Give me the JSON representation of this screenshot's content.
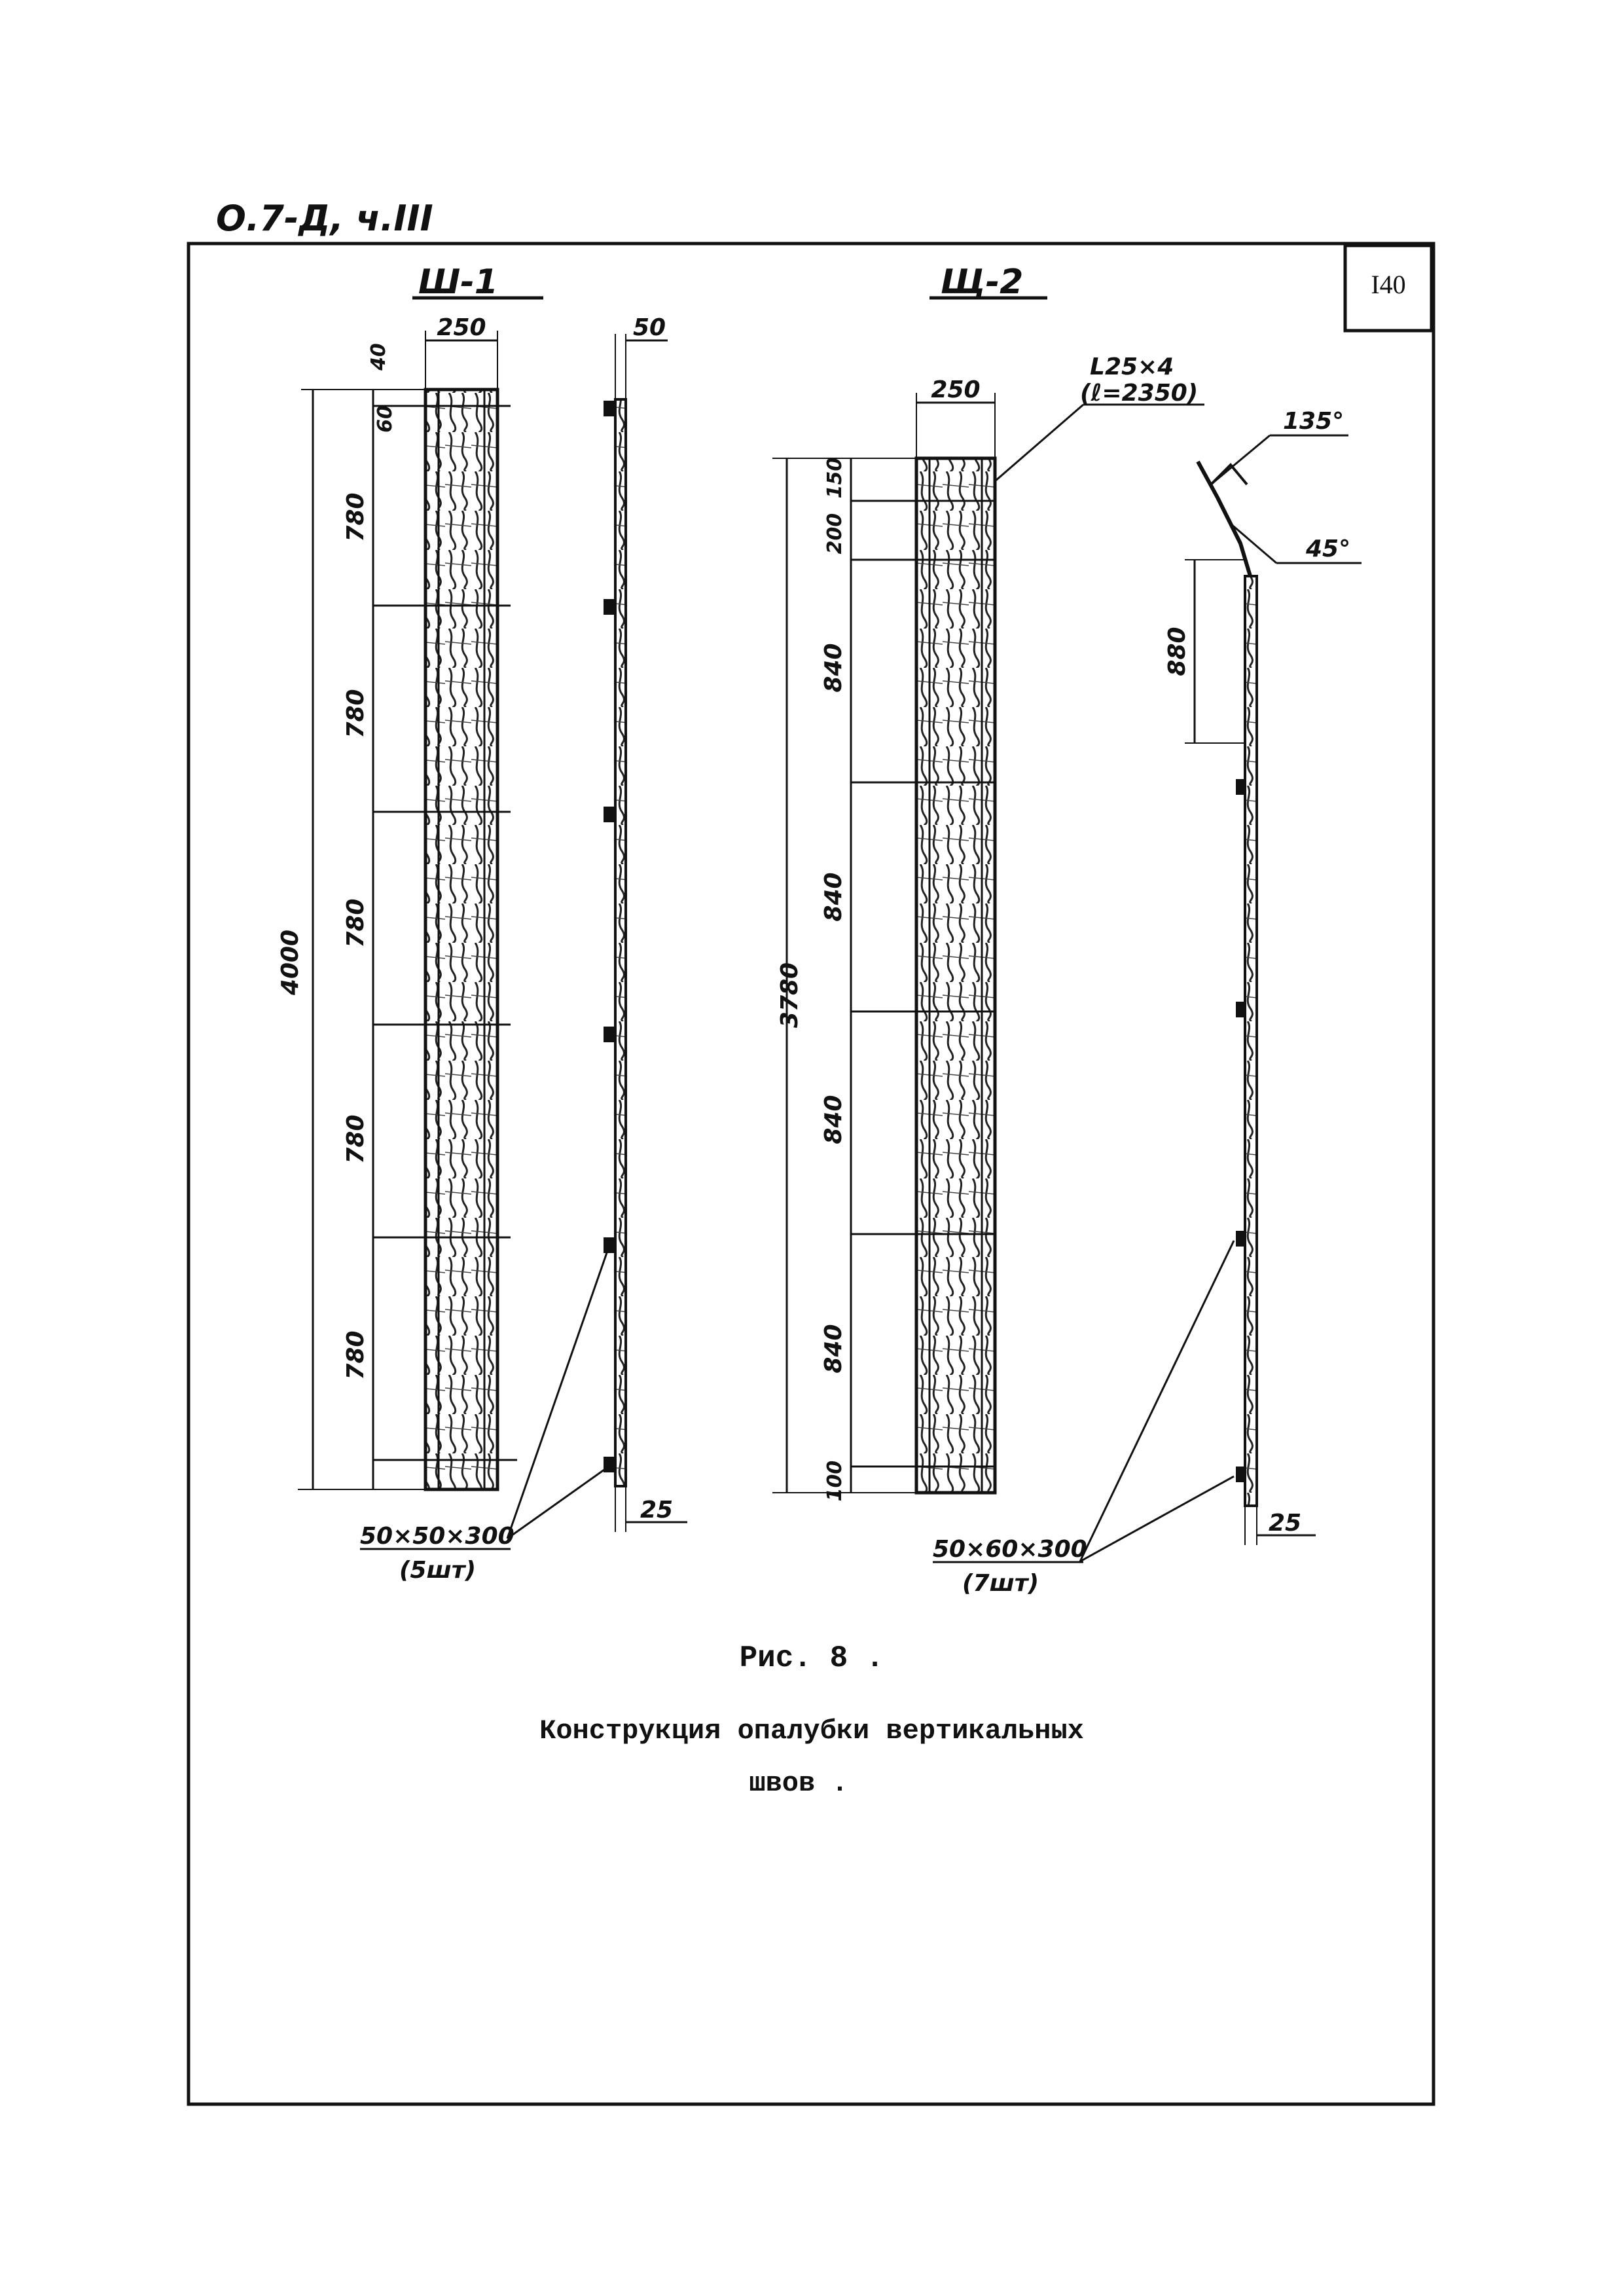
{
  "doc_code": "О.7-Д, ч.III",
  "sheet_number": "I40",
  "panel1": {
    "title": "Ш-1",
    "width": "250",
    "top_dim_a": "40",
    "top_dim_b": "60",
    "total_height": "4000",
    "segments": [
      "780",
      "780",
      "780",
      "780",
      "780"
    ],
    "side_top": "50",
    "side_bottom": "25",
    "bar_spec": "50×50×300",
    "bar_count": "(5шт)"
  },
  "panel2": {
    "title": "Щ-2",
    "width": "250",
    "angle_spec": "L25×4",
    "angle_length": "(ℓ=2350)",
    "top_dim_a": "200",
    "top_dim_b": "150",
    "total_height": "3780",
    "segments": [
      "840",
      "840",
      "840",
      "840"
    ],
    "bottom_dim": "100",
    "side_dim": "880",
    "angle_top": "135°",
    "angle_side": "45°",
    "side_bottom": "25",
    "bar_spec": "50×60×300",
    "bar_count": "(7шт)"
  },
  "caption": {
    "figure": "Рис. 8 .",
    "line1": "Конструкция опалубки вертикальных",
    "line2": "швов ."
  }
}
